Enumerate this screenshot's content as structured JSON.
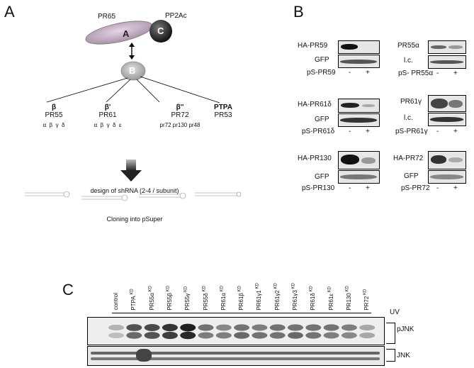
{
  "panelA": {
    "letter": "A",
    "pr65": "PR65",
    "pp2ac": "PP2Ac",
    "subunitA": "A",
    "subunitC": "C",
    "subunitB": "B",
    "families": [
      {
        "greek": "β",
        "name": "PR55",
        "isoforms": "α  β  γ  δ"
      },
      {
        "greek": "β'",
        "name": "PR61",
        "isoforms": "α  β  γ  δ  ε"
      },
      {
        "greek": "β''",
        "name": "PR72",
        "isoforms": "pr72 pr130 pr48"
      },
      {
        "greek": "PTPA",
        "name": "PR53",
        "isoforms": ""
      }
    ],
    "design": "design of shRNA (2-4 / subunit)",
    "cloning": "Cloning into pSuper"
  },
  "panelB": {
    "letter": "B",
    "blots": [
      {
        "top": "HA-PR59",
        "bottom": "GFP",
        "treat": "pS-PR59"
      },
      {
        "top": "PR55α",
        "bottom": "l.c.",
        "treat": "pS- PR55α"
      },
      {
        "top": "HA-PR61δ",
        "bottom": "GFP",
        "treat": "pS-PR61δ"
      },
      {
        "top": "PR61γ",
        "bottom": "l.c.",
        "treat": "pS-PR61γ"
      },
      {
        "top": "HA-PR130",
        "bottom": "GFP",
        "treat": "pS-PR130"
      },
      {
        "top": "HA-PR72",
        "bottom": "GFP",
        "treat": "pS-PR72"
      }
    ],
    "minus": "-",
    "plus": "+"
  },
  "panelC": {
    "letter": "C",
    "lanes": [
      "control",
      "PTPA",
      "PR55α",
      "PR55β",
      "PR55γ",
      "PR55δ",
      "PR61α",
      "PR61β",
      "PR61γ1",
      "PR61γ2",
      "PR61γ3",
      "PR61δ",
      "PR61ε",
      "PR130",
      "PR72"
    ],
    "kd": "KD",
    "uv": "UV",
    "pjnk": "pJNK",
    "jnk": "JNK"
  }
}
